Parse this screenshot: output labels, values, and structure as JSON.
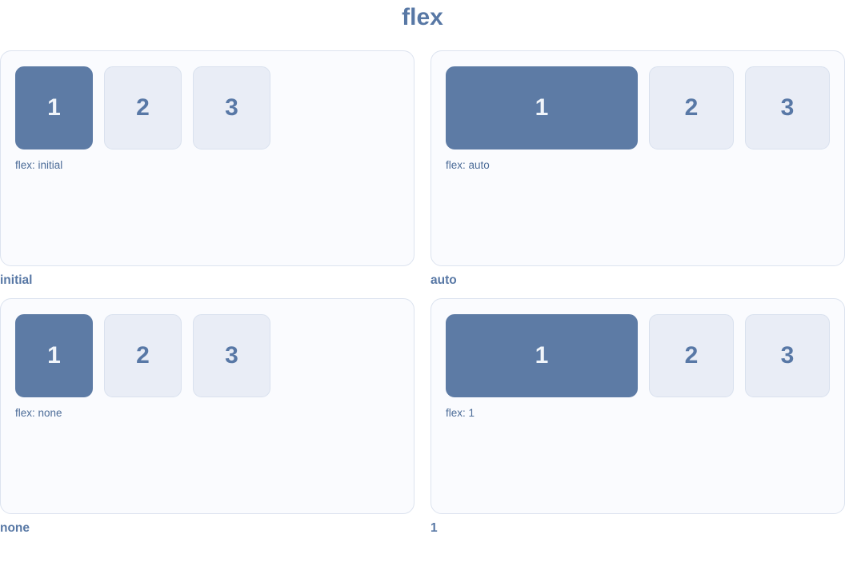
{
  "page": {
    "title": "flex"
  },
  "colors": {
    "accent": "#5d7ba5",
    "accent_text": "#5878a5",
    "caption_color": "#4c6c98",
    "item_fill": "#e9edf6",
    "item_border": "#d9e1ee",
    "item_text": "#5878a6",
    "box1_text": "#f1f5fa",
    "panel_bg": "#fafbfe",
    "panel_border": "#dce3ef",
    "page_bg": "#ffffff"
  },
  "panels": [
    {
      "label": "initial",
      "caption": "flex: initial",
      "flex_value": "initial",
      "boxes": [
        "1",
        "2",
        "3"
      ]
    },
    {
      "label": "auto",
      "caption": "flex: auto",
      "flex_value": "auto",
      "boxes": [
        "1",
        "2",
        "3"
      ]
    },
    {
      "label": "none",
      "caption": "flex: none",
      "flex_value": "none",
      "boxes": [
        "1",
        "2",
        "3"
      ]
    },
    {
      "label": "1",
      "caption": "flex: 1",
      "flex_value": "1",
      "boxes": [
        "1",
        "2",
        "3"
      ]
    }
  ]
}
